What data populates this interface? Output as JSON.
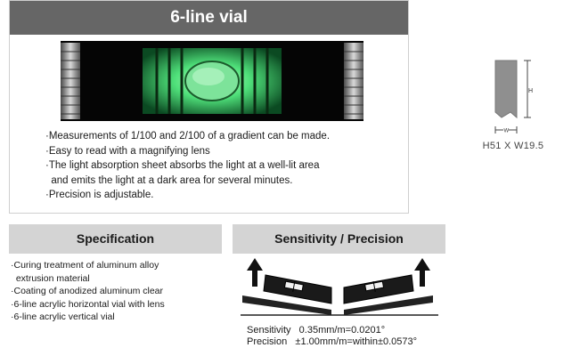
{
  "vial_panel": {
    "title": "6-line vial",
    "bullets": [
      "·Measurements of 1/100 and 2/100 of a gradient can be made.",
      "·Easy to read with a magnifying lens",
      "·The light absorption sheet absorbs the light at a well-lit area",
      "  and emits the light at a dark area for several minutes.",
      "·Precision is adjustable."
    ]
  },
  "dimension_drawing": {
    "height_label": "H",
    "width_label": "W",
    "caption": "H51 X W19.5"
  },
  "specification": {
    "title": "Specification",
    "items": [
      "·Curing treatment of aluminum alloy",
      "  extrusion material",
      "·Coating of anodized aluminum clear",
      "·6-line acrylic horizontal vial with lens",
      "·6-line acrylic vertical vial"
    ]
  },
  "sensitivity": {
    "title": "Sensitivity / Precision",
    "rows": [
      "Sensitivity   0.35mm/m=0.0201°",
      "Precision   ±1.00mm/m=within±0.0573°"
    ]
  },
  "colors": {
    "header_dark": "#666666",
    "header_light": "#d4d4d4",
    "vial_glow": "#3fd36a"
  }
}
